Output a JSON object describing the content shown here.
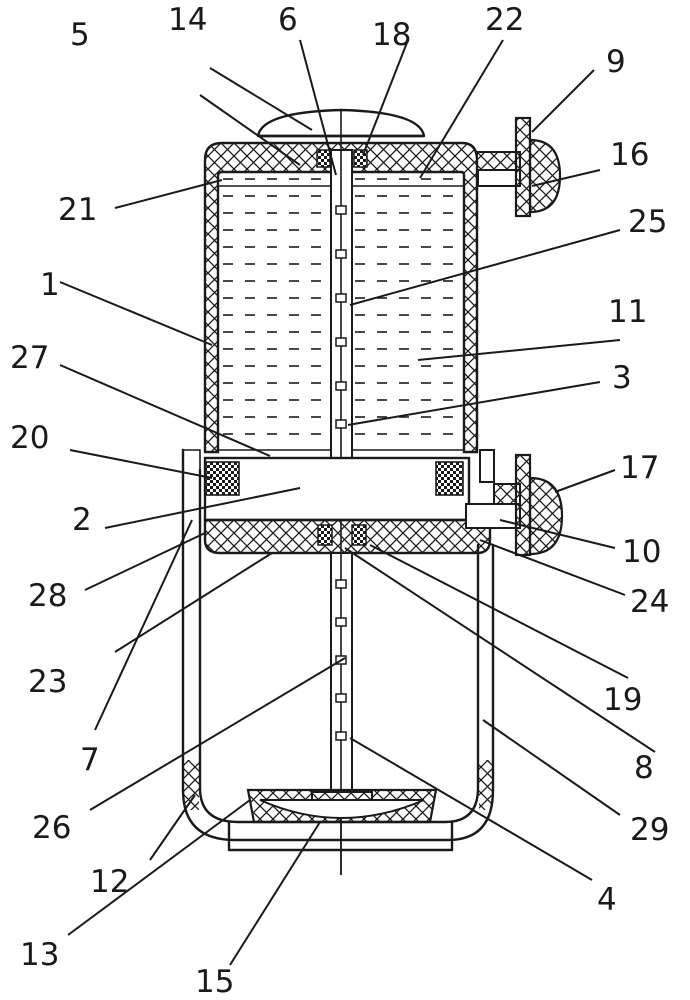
{
  "diagram": {
    "colors": {
      "line": "#1a1a1a",
      "background": "#ffffff"
    },
    "labels": {
      "l1": "1",
      "l2": "2",
      "l3": "3",
      "l4": "4",
      "l5": "5",
      "l6": "6",
      "l7": "7",
      "l8": "8",
      "l9": "9",
      "l10": "10",
      "l11": "11",
      "l12": "12",
      "l13": "13",
      "l14": "14",
      "l15": "15",
      "l16": "16",
      "l17": "17",
      "l18": "18",
      "l19": "19",
      "l20": "20",
      "l21": "21",
      "l22": "22",
      "l23": "23",
      "l24": "24",
      "l25": "25",
      "l26": "26",
      "l27": "27",
      "l28": "28",
      "l29": "29"
    }
  }
}
